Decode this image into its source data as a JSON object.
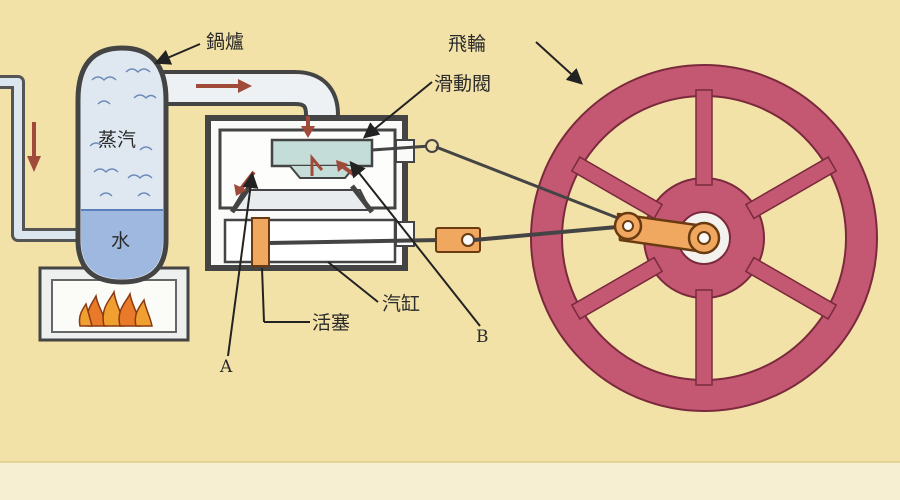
{
  "labels": {
    "boiler": "鍋爐",
    "steam": "蒸汽",
    "water": "水",
    "flywheel": "飛輪",
    "slide_valve": "滑動閥",
    "piston": "活塞",
    "cylinder": "汽缸",
    "port_a": "A",
    "port_b": "B"
  },
  "colors": {
    "background": "#f3e2a8",
    "flywheel": "#c45872",
    "steam_body": "#dfe8f0",
    "water": "#9fb8e0",
    "piston": "#f0a860",
    "arrow": "#a04a3a",
    "valve": "#c4ddd8",
    "fire": "#e87a2a"
  },
  "icons": [
    "flame-icon",
    "steam-cloud-icon",
    "flow-arrow-icon"
  ]
}
